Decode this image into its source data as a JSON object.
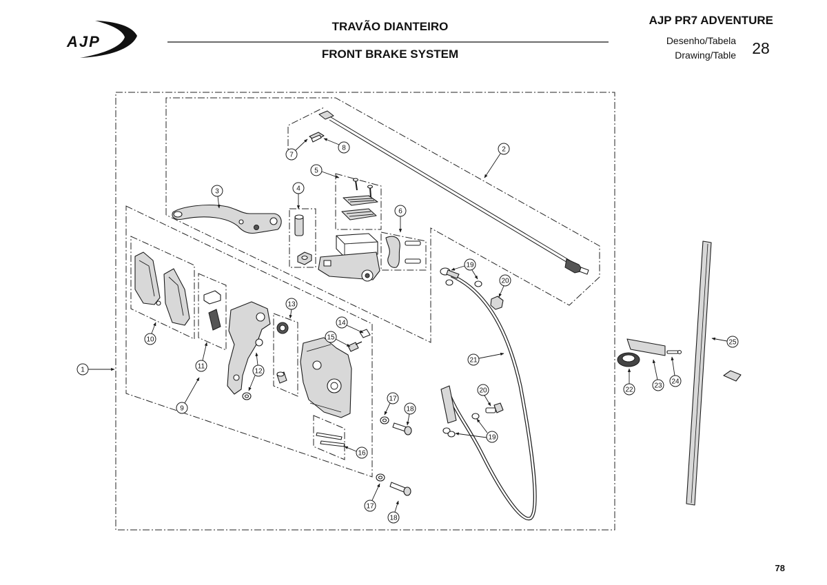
{
  "logo": {
    "text": "AJP"
  },
  "header": {
    "title_pt": "TRAVÃO DIANTEIRO",
    "title_en": "FRONT BRAKE SYSTEM",
    "model": "AJP PR7 ADVENTURE",
    "drawing_label_pt": "Desenho/Tabela",
    "drawing_label_en": "Drawing/Table",
    "drawing_number": "28"
  },
  "callouts": [
    "1",
    "2",
    "3",
    "4",
    "5",
    "6",
    "7",
    "8",
    "9",
    "10",
    "11",
    "12",
    "13",
    "14",
    "15",
    "16",
    "17",
    "18",
    "19",
    "20",
    "21",
    "22",
    "23",
    "24",
    "25",
    "17",
    "18",
    "19",
    "20"
  ],
  "footer": {
    "page_number": "78"
  }
}
